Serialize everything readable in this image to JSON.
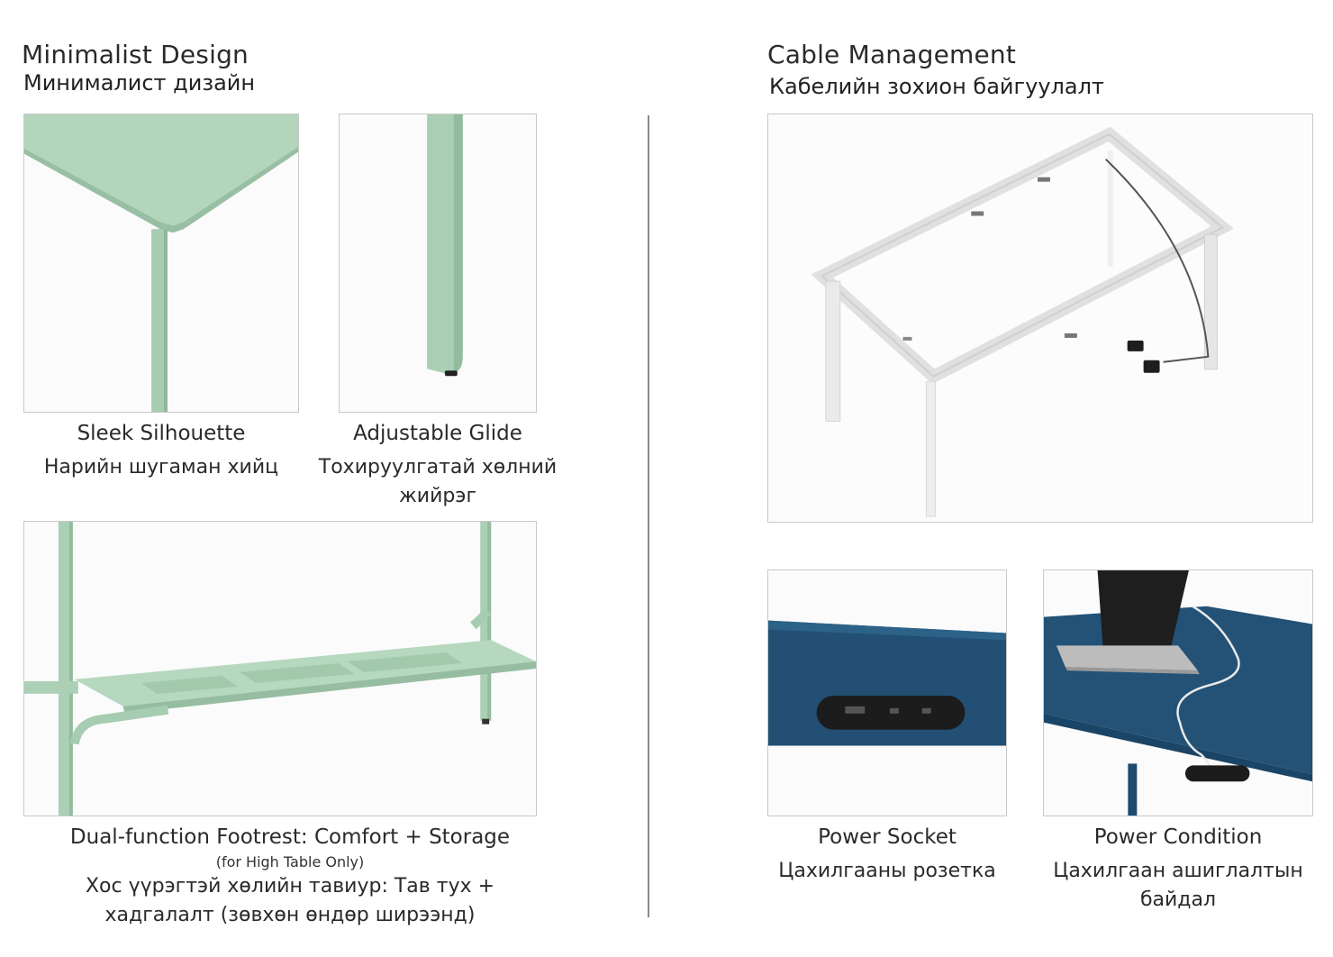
{
  "left_section": {
    "title_en": "Minimalist Design",
    "title_mn": "Минималист дизайн",
    "features": [
      {
        "title_en": "Sleek Silhouette",
        "title_mn": "Нарийн шугаман хийц"
      },
      {
        "title_en": "Adjustable Glide",
        "title_mn": "Тохируулгатай хөлний жийрэг"
      },
      {
        "title_en": "Dual-function Footrest: Comfort + Storage",
        "note": "(for High Table Only)",
        "title_mn_line1": "Хос үүрэгтэй хөлийн тавиур: Тав тух +",
        "title_mn_line2": "хадгалалт (зөвхөн өндөр ширээнд)"
      }
    ]
  },
  "right_section": {
    "title_en": "Cable Management",
    "title_mn": "Кабелийн зохион байгуулалт",
    "features": [
      {
        "title_en": "Power Socket",
        "title_mn": "Цахилгааны розетка"
      },
      {
        "title_en": "Power Condition",
        "title_mn_line1": "Цахилгаан ашиглалтын",
        "title_mn_line2": "байдал"
      }
    ]
  },
  "colors": {
    "sage_green": "#a9cdb3",
    "navy_blue": "#1f4f73",
    "frame_border": "#c9c9c9",
    "divider": "#8a8a8a"
  }
}
